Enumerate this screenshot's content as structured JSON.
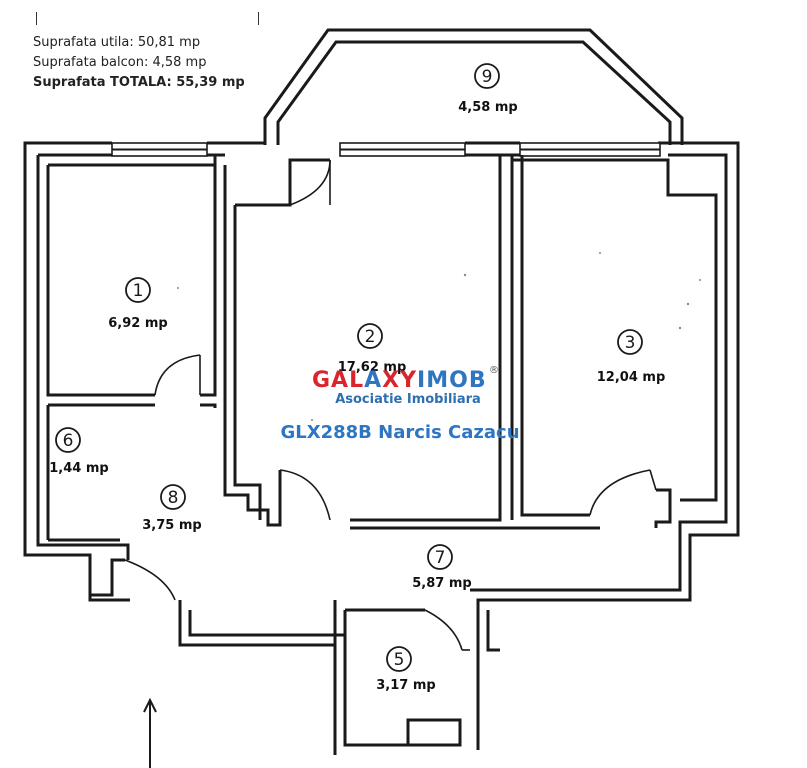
{
  "summary": {
    "useful_area": "Suprafata utila: 50,81 mp",
    "balcony_area": "Suprafata balcon: 4,58 mp",
    "total_area": "Suprafata TOTALA: 55,39 mp"
  },
  "rooms": [
    {
      "id": "1",
      "number": "1",
      "area": "6,92 mp"
    },
    {
      "id": "2",
      "number": "2",
      "area": "17,62 mp"
    },
    {
      "id": "3",
      "number": "3",
      "area": "12,04 mp"
    },
    {
      "id": "5",
      "number": "5",
      "area": "3,17 mp"
    },
    {
      "id": "6",
      "number": "6",
      "area": "1,44 mp"
    },
    {
      "id": "7",
      "number": "7",
      "area": "5,87 mp"
    },
    {
      "id": "8",
      "number": "8",
      "area": "3,75 mp"
    },
    {
      "id": "9",
      "number": "9",
      "area": "4,58 mp"
    }
  ],
  "watermark": {
    "brand_red": "GAL",
    "brand_blue_a": "A",
    "brand_red_b": "XY",
    "brand_blue": "IMOB",
    "registered": "®",
    "tagline": "Asociatie Imobiliara",
    "agent": "GLX288B Narcis Cazacu"
  },
  "colors": {
    "brand_red": "#d9262c",
    "brand_blue": "#2e75c2",
    "line": "#1a1a1a"
  },
  "icons": [
    "north-arrow-icon"
  ]
}
